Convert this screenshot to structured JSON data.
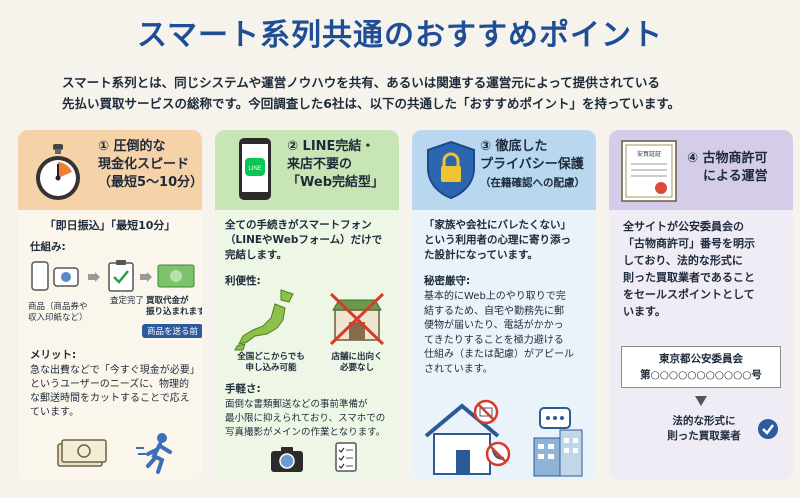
{
  "title": "スマート系列共通のおすすめポイント",
  "intro": {
    "line1": "スマート系列とは、同じシステムや運営ノウハウを共有、あるいは関連する運営元によって提供されている",
    "line2": "先払い買取サービスの総称です。今回調査した6社は、以下の共通した「おすすめポイント」を持っています。"
  },
  "card1": {
    "title_l1": "① 圧倒的な",
    "title_l2": "現金化スピード",
    "title_l3": "（最短5〜10分）",
    "headline": "「即日振込」「最短10分」",
    "flow_label": "仕組み:",
    "step1_l1": "商品（商品券や",
    "step1_l2": "収入印紙など）",
    "step2": "査定完了",
    "step3_l1": "買取代金が",
    "step3_l2": "振り込まれます",
    "badge": "商品を送る前",
    "merit_label": "メリット:",
    "merit_l1": "急な出費などで「今すぐ現金が必要」",
    "merit_l2": "というユーザーのニーズに、物理的",
    "merit_l3": "な郵送時間をカットすることで応え",
    "merit_l4": "ています。"
  },
  "card2": {
    "title_l1": "② LINE完結・",
    "title_l2": "来店不要の",
    "title_l3": "「Web完結型」",
    "line_logo": "LINE",
    "desc_l1": "全ての手続きがスマートフォン",
    "desc_l2": "（LINEやWebフォーム）だけで",
    "desc_l3": "完結します。",
    "conv_label": "利便性:",
    "map_cap_l1": "全国どこからでも",
    "map_cap_l2": "申し込み可能",
    "store_cap_l1": "店舗に出向く",
    "store_cap_l2": "必要なし",
    "easy_label": "手軽さ:",
    "easy_l1": "面倒な書類郵送などの事前準備が",
    "easy_l2": "最小限に抑えられており、スマホでの",
    "easy_l3": "写真撮影がメインの作業となります。"
  },
  "card3": {
    "title_l1": "③ 徹底した",
    "title_l2": "プライバシー保護",
    "title_l3": "（在籍確認への配慮）",
    "quote_l1": "「家族や会社にバレたくない」",
    "quote_l2": "という利用者の心理に寄り添っ",
    "quote_l3": "た設計になっています。",
    "secret_label": "秘密厳守:",
    "secret_l1": "基本的にWeb上のやり取りで完",
    "secret_l2": "結するため、自宅や勤務先に郵",
    "secret_l3": "便物が届いたり、電話がかかっ",
    "secret_l4": "てきたりすることを極力避ける",
    "secret_l5": "仕組み（または配慮）がアピール",
    "secret_l6": "されています。"
  },
  "card4": {
    "cert_label": "安買証証",
    "title_l1": "④ 古物商許可",
    "title_l2": "による運営",
    "desc_l1": "全サイトが公安委員会の",
    "desc_l2": "「古物商許可」番号を明示",
    "desc_l3": "しており、法的な形式に",
    "desc_l4": "則った買取業者であること",
    "desc_l5": "をセールスポイントとして",
    "desc_l6": "います。",
    "license_l1": "東京都公安委員会",
    "license_l2": "第○○○○○○○○○○○号",
    "legal_l1": "法的な形式に",
    "legal_l2": "則った買取業者"
  },
  "colors": {
    "title_blue": "#1f4d96",
    "card1_head": "#f6d2a8",
    "card2_head": "#c8e6b5",
    "card3_head": "#b9d7ef",
    "card4_head": "#d4cce8",
    "badge_blue": "#2c5aa0",
    "line_green": "#06c755"
  },
  "icons": [
    "stopwatch-icon",
    "smartphone-line-icon",
    "shield-lock-icon",
    "certificate-icon",
    "phone-camera-icon",
    "clipboard-check-icon",
    "cash-icon",
    "japan-map-icon",
    "store-crossed-icon",
    "camera-icon",
    "checklist-icon",
    "money-icon",
    "running-man-icon",
    "house-mail-icon",
    "office-chat-icon",
    "check-circle-icon"
  ]
}
